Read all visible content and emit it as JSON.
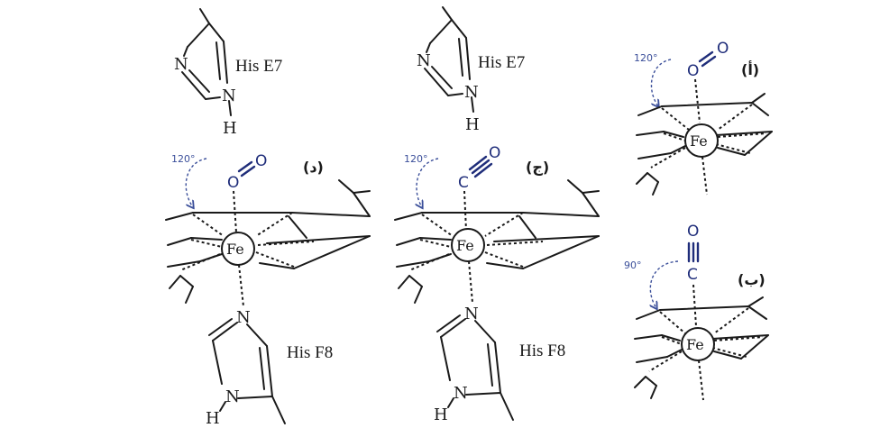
{
  "panels": {
    "d": {
      "letter": "(د)",
      "angle": "120°",
      "ligand_atom1": "O",
      "ligand_atom2": "O",
      "metal": "Fe",
      "distal_label": "His E7",
      "proximal_label": "His F8",
      "atom_n": "N",
      "atom_h": "H"
    },
    "j": {
      "letter": "(ج)",
      "angle": "120°",
      "ligand_atom1": "C",
      "ligand_atom2": "O",
      "metal": "Fe",
      "distal_label": "His E7",
      "proximal_label": "His F8",
      "atom_n": "N",
      "atom_h": "H"
    },
    "a": {
      "letter": "(أ)",
      "angle": "120°",
      "ligand_atom1": "O",
      "ligand_atom2": "O",
      "metal": "Fe"
    },
    "b": {
      "letter": "(ب)",
      "angle": "90°",
      "ligand_atom1": "C",
      "ligand_atom2": "O",
      "metal": "Fe"
    }
  },
  "colors": {
    "ligand": "#1f2d7a",
    "angle_arrow": "#3b4f9a",
    "ink": "#1a1a1a"
  }
}
